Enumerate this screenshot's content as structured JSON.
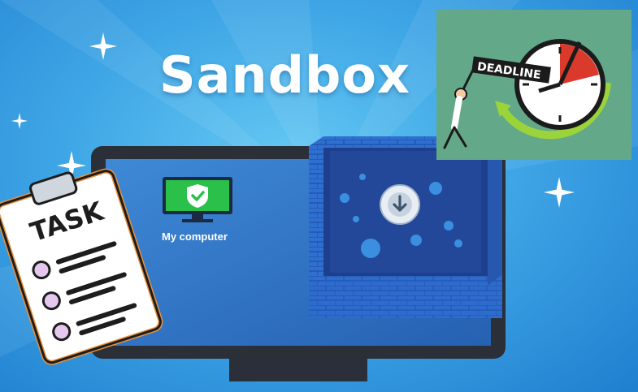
{
  "title": "Sandbox",
  "monitor": {
    "icon": "shield-check-monitor-icon",
    "label": "My computer"
  },
  "sandbox_box": {
    "icon": "download-disk-icon",
    "contents": "virus-icons"
  },
  "task_card": {
    "heading": "TASK",
    "items": 3
  },
  "deadline_card": {
    "label": "DEADLINE",
    "background": "#63a889",
    "accent": "#d93a2b"
  },
  "colors": {
    "background": "#3fa6e6",
    "box": "#2f69c8",
    "accent_green": "#2bc04a"
  }
}
